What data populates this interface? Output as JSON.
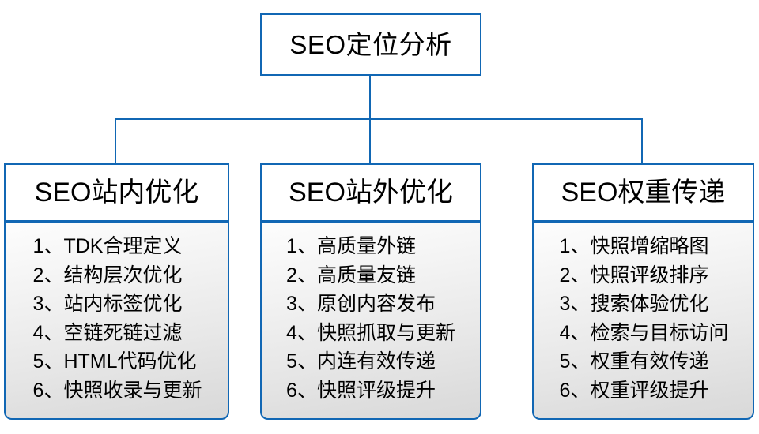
{
  "diagram": {
    "type": "org-tree",
    "title": "SEO定位分析",
    "theme": {
      "line_color": "#1167b4",
      "border_color": "#1167b4",
      "header_fill": "#ffffff",
      "body_fill_top": "#fdfdfd",
      "body_fill_bottom": "#d9d9d9",
      "text_color": "#000000"
    },
    "root": {
      "label": "SEO定位分析"
    },
    "branches": [
      {
        "header": "SEO站内优化",
        "items": [
          "1、TDK合理定义",
          "2、结构层次优化",
          "3、站内标签优化",
          "4、空链死链过滤",
          "5、HTML代码优化",
          "6、快照收录与更新"
        ]
      },
      {
        "header": "SEO站外优化",
        "items": [
          "1、高质量外链",
          "2、高质量友链",
          "3、原创内容发布",
          "4、快照抓取与更新",
          "5、内连有效传递",
          "6、快照评级提升"
        ]
      },
      {
        "header": "SEO权重传递",
        "items": [
          "1、快照增缩略图",
          "2、快照评级排序",
          "3、搜索体验优化",
          "4、检索与目标访问",
          "5、权重有效传递",
          "6、权重评级提升"
        ]
      }
    ]
  }
}
